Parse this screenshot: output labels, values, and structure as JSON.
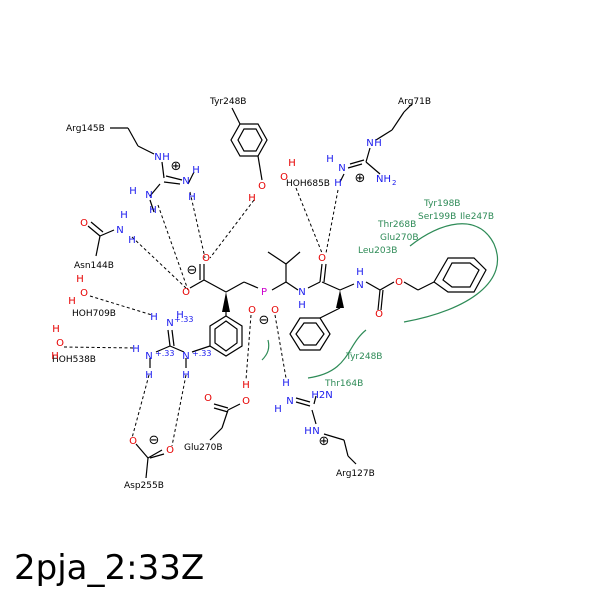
{
  "title": "2pja_2:33Z",
  "colors": {
    "bond": "#000000",
    "nitrogen": "#1a1aee",
    "oxygen": "#e60000",
    "phosphorus": "#cc00cc",
    "hydrophobic": "#2e8b57"
  },
  "residues": {
    "tyr248_top": "Tyr248B",
    "arg71": "Arg71B",
    "arg145": "Arg145B",
    "hoh685": "HOH685B",
    "asn144": "Asn144B",
    "hoh709": "HOH709B",
    "hoh538": "HOH538B",
    "asp255": "Asp255B",
    "glu270_low": "Glu270B",
    "arg127": "Arg127B",
    "tyr198": "Tyr198B",
    "thr268": "Thr268B",
    "ser199": "Ser199B",
    "ile247": "Ile247B",
    "glu270_up": "Glu270B",
    "leu203": "Leu203B",
    "tyr248_low": "Tyr248B",
    "thr164": "Thr164B"
  },
  "atoms": {
    "N": "N",
    "H": "H",
    "O": "O",
    "P": "P",
    "NH2": "NH",
    "sub2": "2",
    "H2N": "H2N",
    "plus33": "+.33"
  },
  "charges": {
    "plus": "⊕",
    "minus": "⊖"
  }
}
